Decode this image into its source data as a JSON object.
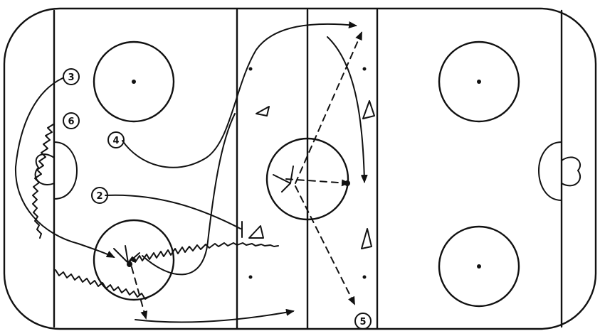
{
  "players": [
    {
      "id": "p3",
      "label": "3"
    },
    {
      "id": "p6",
      "label": "6"
    },
    {
      "id": "p4",
      "label": "4"
    },
    {
      "id": "p2",
      "label": "2"
    },
    {
      "id": "p5",
      "label": "5"
    }
  ],
  "cones_count": 4,
  "colors": {
    "ink": "#111111",
    "paper": "#ffffff"
  }
}
